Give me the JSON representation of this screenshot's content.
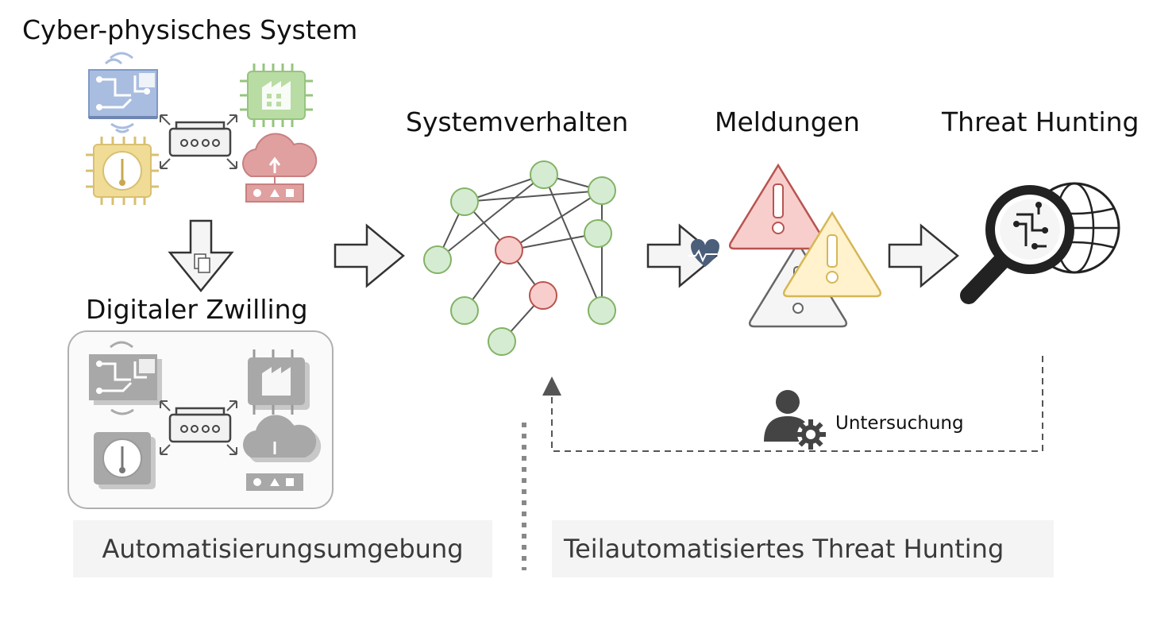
{
  "headings": {
    "cps": "Cyber-physisches System",
    "twin": "Digitaler Zwilling",
    "behavior": "Systemverhalten",
    "alerts": "Meldungen",
    "hunting": "Threat Hunting"
  },
  "investigation_label": "Untersuchung",
  "bottom": {
    "left": "Automatisierungsumgebung",
    "right": "Teilautomatisiertes Threat Hunting"
  },
  "graph": {
    "nodes": [
      {
        "id": "n1",
        "state": "normal"
      },
      {
        "id": "n2",
        "state": "normal"
      },
      {
        "id": "n3",
        "state": "normal"
      },
      {
        "id": "n4",
        "state": "normal"
      },
      {
        "id": "n5",
        "state": "normal"
      },
      {
        "id": "n6",
        "state": "anomaly"
      },
      {
        "id": "n7",
        "state": "normal"
      },
      {
        "id": "n8",
        "state": "anomaly"
      },
      {
        "id": "n9",
        "state": "normal"
      },
      {
        "id": "n10",
        "state": "normal"
      }
    ],
    "edges": [
      [
        "n1",
        "n2"
      ],
      [
        "n2",
        "n3"
      ],
      [
        "n2",
        "n10"
      ],
      [
        "n1",
        "n4"
      ],
      [
        "n6",
        "n3"
      ],
      [
        "n6",
        "n5"
      ],
      [
        "n6",
        "n7"
      ],
      [
        "n6",
        "n8"
      ],
      [
        "n8",
        "n9"
      ]
    ]
  },
  "colors": {
    "node_normal": "#d6ecd2",
    "node_normal_stroke": "#82b366",
    "node_anomaly": "#f8cecc",
    "node_anomaly_stroke": "#b85450",
    "warning_red": "#f8cecc",
    "warning_yellow": "#fff2cc",
    "warning_gray": "#f5f5f5",
    "device_blue": "#a9bde0",
    "device_green": "#b9dca4",
    "device_yellow": "#f0dc96",
    "device_red": "#e0a0a0",
    "arrow_fill": "#f5f5f5",
    "arrow_stroke": "#333333"
  },
  "icons": [
    "circuit-board-icon",
    "factory-chip-icon",
    "sensor-gauge-chip-icon",
    "cloud-upload-icon",
    "network-switch-icon",
    "document-icon",
    "heartbeat-icon",
    "warning-icon",
    "magnifier-icon",
    "globe-icon",
    "user-gear-icon"
  ]
}
